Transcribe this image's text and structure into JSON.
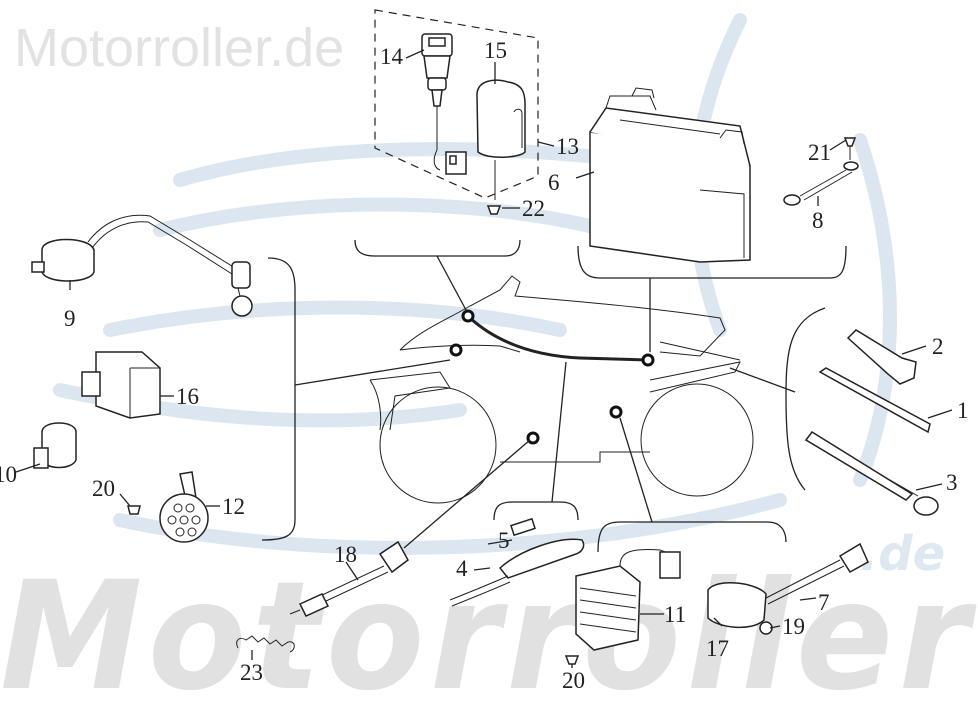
{
  "watermark": {
    "top_text": "Motorroller.de",
    "big_text": "Motorroller",
    "de_text": ".de"
  },
  "callouts": [
    {
      "id": "c1",
      "label": "1"
    },
    {
      "id": "c2",
      "label": "2"
    },
    {
      "id": "c3",
      "label": "3"
    },
    {
      "id": "c4",
      "label": "4"
    },
    {
      "id": "c5",
      "label": "5"
    },
    {
      "id": "c6",
      "label": "6"
    },
    {
      "id": "c7",
      "label": "7"
    },
    {
      "id": "c8",
      "label": "8"
    },
    {
      "id": "c9",
      "label": "9"
    },
    {
      "id": "c10",
      "label": "10"
    },
    {
      "id": "c11",
      "label": "11"
    },
    {
      "id": "c12",
      "label": "12"
    },
    {
      "id": "c13",
      "label": "13"
    },
    {
      "id": "c14",
      "label": "14"
    },
    {
      "id": "c15",
      "label": "15"
    },
    {
      "id": "c16",
      "label": "16"
    },
    {
      "id": "c17",
      "label": "17"
    },
    {
      "id": "c18",
      "label": "18"
    },
    {
      "id": "c19",
      "label": "19"
    },
    {
      "id": "c20a",
      "label": "20"
    },
    {
      "id": "c20b",
      "label": "20"
    },
    {
      "id": "c21",
      "label": "21"
    },
    {
      "id": "c22",
      "label": "22"
    },
    {
      "id": "c23",
      "label": "23"
    }
  ],
  "colors": {
    "line": "#222222",
    "watermark_grey": "#e1e1e1",
    "watermark_blue": "#dbe6f0"
  }
}
